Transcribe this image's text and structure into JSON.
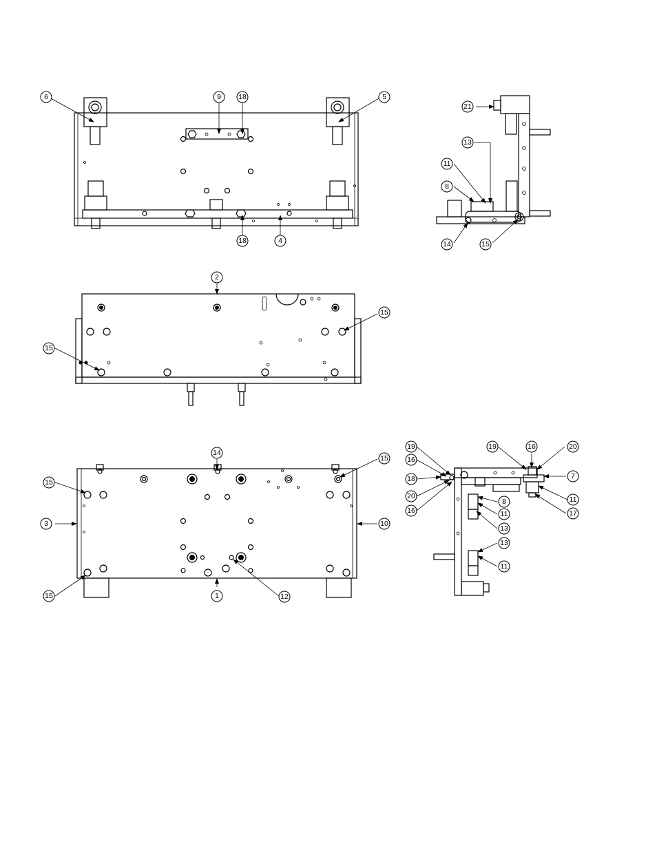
{
  "balloons": {
    "top_view": [
      "6",
      "9",
      "18",
      "5",
      "18",
      "4"
    ],
    "side_view_upper": [
      "21",
      "13",
      "11",
      "8",
      "14",
      "15"
    ],
    "middle_view": [
      "2",
      "15",
      "15"
    ],
    "bottom_view": [
      "14",
      "15",
      "15",
      "3",
      "10",
      "15",
      "1",
      "12"
    ],
    "side_view_lower": [
      "19",
      "16",
      "18",
      "20",
      "16",
      "19",
      "16",
      "20",
      "7",
      "8",
      "11",
      "11",
      "17",
      "13",
      "13",
      "11"
    ]
  }
}
